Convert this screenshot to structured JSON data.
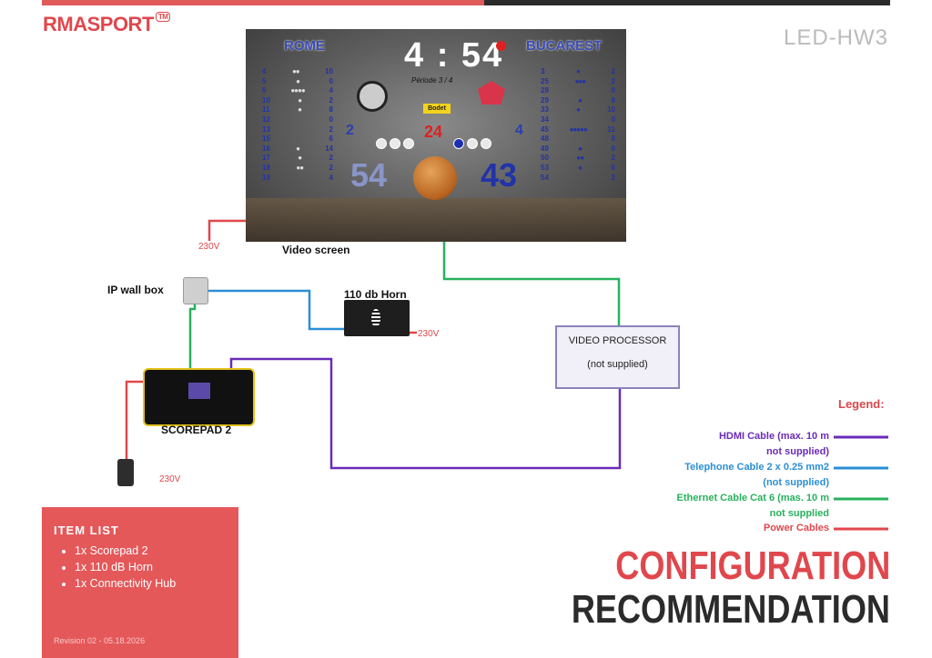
{
  "header": {
    "logo_main": "RMASPORT",
    "logo_mark": "TM",
    "model": "LED-HW3"
  },
  "scoreboard": {
    "team_home": "ROME",
    "team_away": "BUCAREST",
    "clock": "4 : 54",
    "period": "Période 3 / 4",
    "sponsor": "Bodet",
    "fouls": "24",
    "timeouts_home": "2",
    "timeouts_away": "4",
    "score_home": "54",
    "score_away": "43",
    "home_players": [
      {
        "num": "4",
        "fouls": "●●",
        "pts": "10"
      },
      {
        "num": "5",
        "fouls": "●",
        "pts": "0"
      },
      {
        "num": "6",
        "fouls": "●●●●",
        "pts": "4"
      },
      {
        "num": "10",
        "fouls": "●",
        "pts": "2"
      },
      {
        "num": "11",
        "fouls": "●",
        "pts": "8"
      },
      {
        "num": "12",
        "fouls": "",
        "pts": "0"
      },
      {
        "num": "13",
        "fouls": "",
        "pts": "2"
      },
      {
        "num": "15",
        "fouls": "",
        "pts": "6"
      },
      {
        "num": "16",
        "fouls": "●",
        "pts": "14"
      },
      {
        "num": "17",
        "fouls": "●",
        "pts": "2"
      },
      {
        "num": "18",
        "fouls": "●●",
        "pts": "2"
      },
      {
        "num": "19",
        "fouls": "",
        "pts": "4"
      }
    ],
    "away_players": [
      {
        "num": "3",
        "fouls": "●",
        "pts": "2"
      },
      {
        "num": "25",
        "fouls": "●●●",
        "pts": "2"
      },
      {
        "num": "28",
        "fouls": "",
        "pts": "0"
      },
      {
        "num": "29",
        "fouls": "●",
        "pts": "8"
      },
      {
        "num": "33",
        "fouls": "●",
        "pts": "10"
      },
      {
        "num": "34",
        "fouls": "",
        "pts": "0"
      },
      {
        "num": "45",
        "fouls": "●●●●●",
        "pts": "11"
      },
      {
        "num": "48",
        "fouls": "",
        "pts": "0"
      },
      {
        "num": "49",
        "fouls": "●",
        "pts": "0"
      },
      {
        "num": "50",
        "fouls": "●●",
        "pts": "2"
      },
      {
        "num": "53",
        "fouls": "●",
        "pts": "6"
      },
      {
        "num": "54",
        "fouls": "",
        "pts": "2"
      }
    ]
  },
  "labels": {
    "video_screen": "Video screen",
    "ip_wall_box": "IP wall box",
    "horn": "110 db Horn",
    "scorepad": "SCOREPAD 2",
    "voltage": "230V",
    "video_processor": "VIDEO PROCESSOR",
    "not_supplied": "(not supplied)"
  },
  "legend": {
    "title": "Legend:",
    "items": [
      {
        "line1": "HDMI Cable (max. 10 m",
        "line2": "not supplied)",
        "color": "#6a2bb8"
      },
      {
        "line1": "Telephone Cable 2 x 0.25 mm2",
        "line2": "(not supplied)",
        "color": "#2a8fd6"
      },
      {
        "line1": "Ethernet Cable Cat 6 (mas. 10 m",
        "line2": "not supplied",
        "color": "#27b15c"
      },
      {
        "line1": "Power Cables",
        "line2": "",
        "color": "#e0474c"
      }
    ]
  },
  "item_list": {
    "title": "ITEM LIST",
    "items": [
      "1x Scorepad 2",
      "1x 110 dB Horn",
      "1x Connectivity Hub"
    ],
    "revision": "Revision 02 - 05.18.2026"
  },
  "title": {
    "line1": "CONFIGURATION",
    "line2": "RECOMMENDATION"
  },
  "colors": {
    "brand_red": "#e0474c",
    "hdmi": "#6a2bb8",
    "telephone": "#2a8fd6",
    "ethernet": "#27b15c",
    "power": "#e0474c"
  }
}
